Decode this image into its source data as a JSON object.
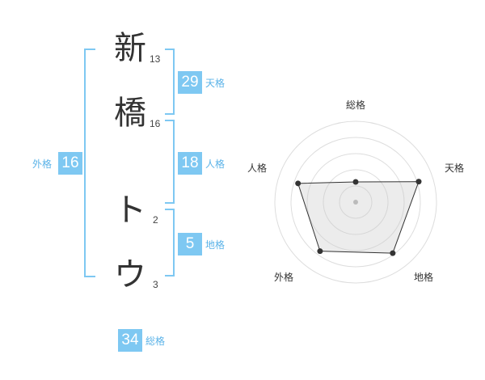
{
  "name_chars": [
    {
      "char": "新",
      "strokes": "13"
    },
    {
      "char": "橋",
      "strokes": "16"
    },
    {
      "char": "ト",
      "strokes": "2"
    },
    {
      "char": "ウ",
      "strokes": "3"
    }
  ],
  "kaku": {
    "tenkaku": {
      "label": "天格",
      "value": "29"
    },
    "jinkaku": {
      "label": "人格",
      "value": "18"
    },
    "chikaku": {
      "label": "地格",
      "value": "5"
    },
    "gaikaku": {
      "label": "外格",
      "value": "16"
    },
    "soukaku": {
      "label": "総格",
      "value": "34"
    }
  },
  "accent_color": "#7ec8f2",
  "chart_data": {
    "type": "radar",
    "axes": [
      "総格",
      "天格",
      "地格",
      "外格",
      "人格"
    ],
    "values": [
      0.25,
      0.82,
      0.78,
      0.75,
      0.75
    ],
    "rings": 5,
    "grid": true
  }
}
